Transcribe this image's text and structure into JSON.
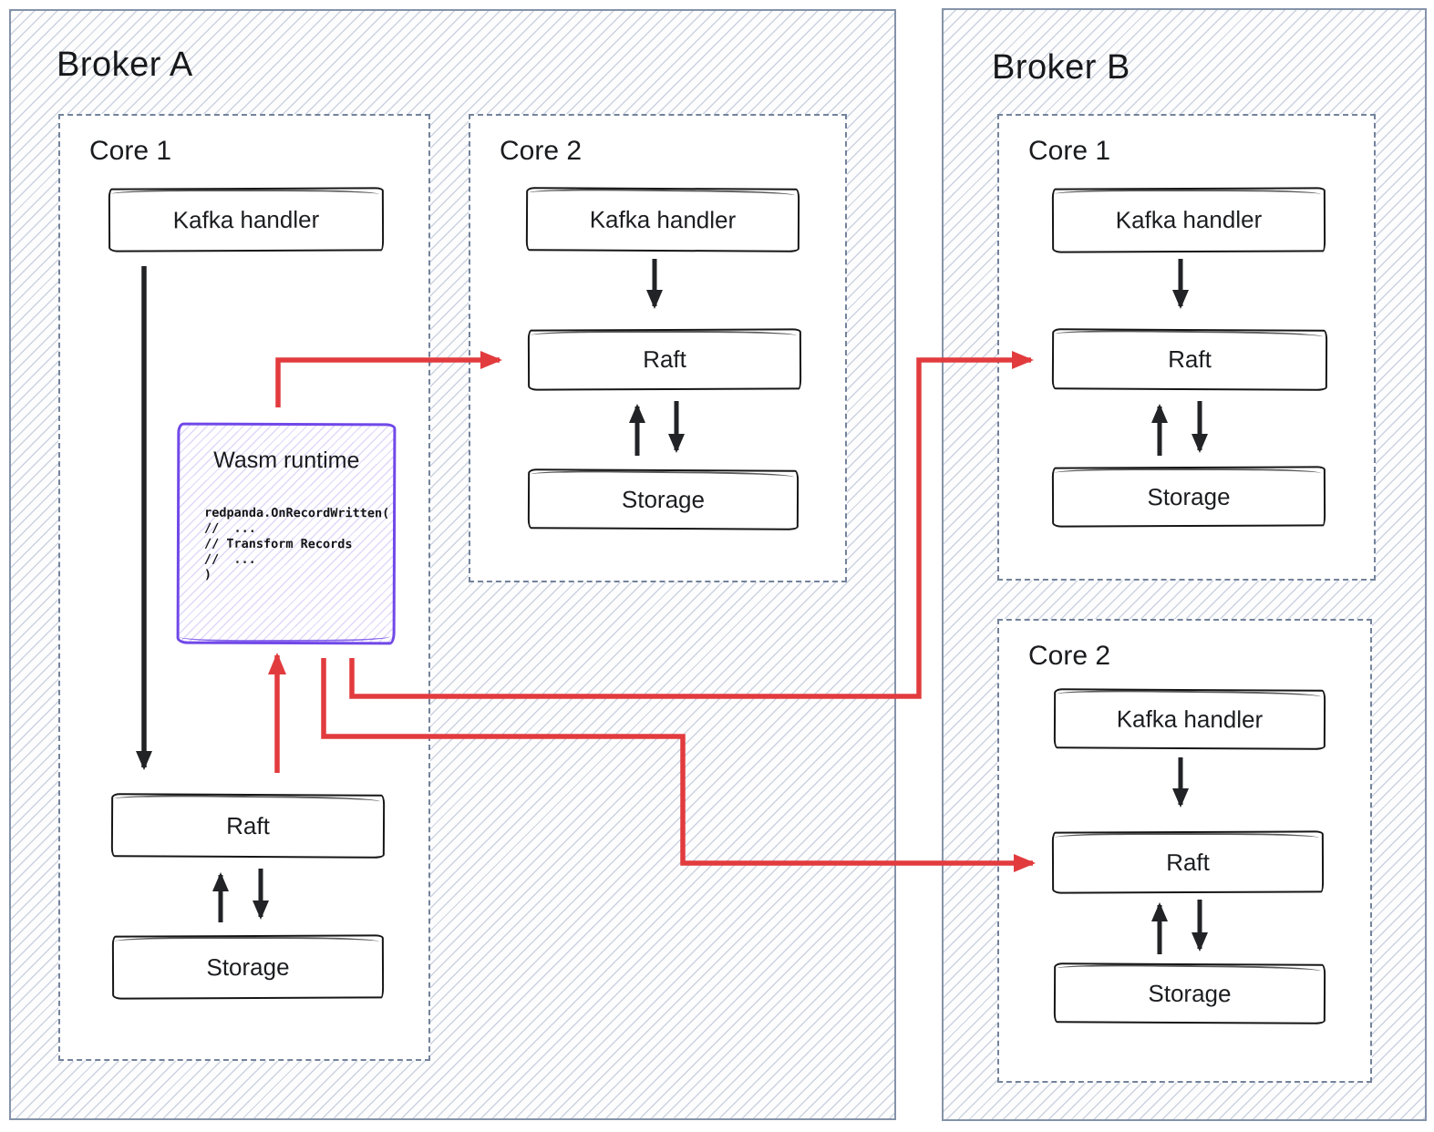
{
  "diagram": {
    "brokers": [
      {
        "title": "Broker A",
        "cores": [
          {
            "label": "Core 1",
            "components": [
              {
                "label": "Kafka handler"
              },
              {
                "label": "Wasm runtime",
                "code": "redpanda.OnRecordWritten(\n//  ...\n// Transform Records\n//  ...\n)"
              },
              {
                "label": "Raft"
              },
              {
                "label": "Storage"
              }
            ]
          },
          {
            "label": "Core 2",
            "components": [
              {
                "label": "Kafka handler"
              },
              {
                "label": "Raft"
              },
              {
                "label": "Storage"
              }
            ]
          }
        ]
      },
      {
        "title": "Broker B",
        "cores": [
          {
            "label": "Core 1",
            "components": [
              {
                "label": "Kafka handler"
              },
              {
                "label": "Raft"
              },
              {
                "label": "Storage"
              }
            ]
          },
          {
            "label": "Core 2",
            "components": [
              {
                "label": "Kafka handler"
              },
              {
                "label": "Raft"
              },
              {
                "label": "Storage"
              }
            ]
          }
        ]
      }
    ],
    "connections": [
      {
        "from": "broker-a-core1-kafka-handler",
        "to": "broker-a-core1-raft",
        "color": "black",
        "bidirectional": false
      },
      {
        "from": "broker-a-core1-raft",
        "to": "broker-a-core1-storage",
        "color": "black",
        "bidirectional": true
      },
      {
        "from": "broker-a-core1-raft",
        "to": "broker-a-core1-wasm-runtime",
        "color": "red",
        "bidirectional": false
      },
      {
        "from": "broker-a-core1-wasm-runtime",
        "to": "broker-a-core2-raft",
        "color": "red",
        "bidirectional": false
      },
      {
        "from": "broker-a-core1-wasm-runtime",
        "to": "broker-b-core1-raft",
        "color": "red",
        "bidirectional": false
      },
      {
        "from": "broker-a-core1-wasm-runtime",
        "to": "broker-b-core2-raft",
        "color": "red",
        "bidirectional": false
      },
      {
        "from": "broker-a-core2-kafka-handler",
        "to": "broker-a-core2-raft",
        "color": "black",
        "bidirectional": false
      },
      {
        "from": "broker-a-core2-raft",
        "to": "broker-a-core2-storage",
        "color": "black",
        "bidirectional": true
      },
      {
        "from": "broker-b-core1-kafka-handler",
        "to": "broker-b-core1-raft",
        "color": "black",
        "bidirectional": false
      },
      {
        "from": "broker-b-core1-raft",
        "to": "broker-b-core1-storage",
        "color": "black",
        "bidirectional": true
      },
      {
        "from": "broker-b-core2-kafka-handler",
        "to": "broker-b-core2-raft",
        "color": "black",
        "bidirectional": false
      },
      {
        "from": "broker-b-core2-raft",
        "to": "broker-b-core2-storage",
        "color": "black",
        "bidirectional": true
      }
    ],
    "colors": {
      "red_arrow": "#e23b3e",
      "black_arrow": "#222326",
      "wasm_purple": "#7048e8",
      "broker_border": "#8593a9",
      "core_border": "#73829b",
      "hatch_line": "#ccd3df",
      "box_border": "#161617"
    }
  }
}
